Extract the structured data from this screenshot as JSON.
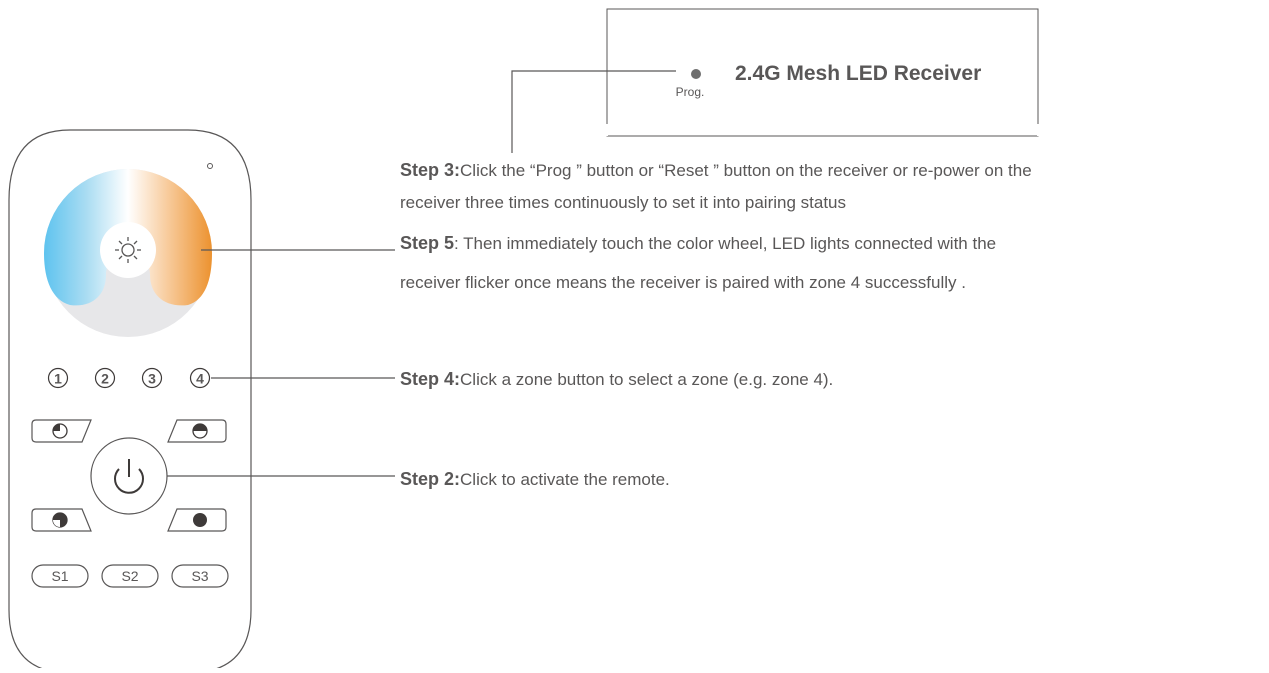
{
  "receiver": {
    "title": "2.4G Mesh LED Receiver",
    "prog_label": "Prog."
  },
  "remote": {
    "zones": [
      "1",
      "2",
      "3",
      "4"
    ],
    "scene_buttons": [
      "S1",
      "S2",
      "S3"
    ]
  },
  "steps": {
    "step3": {
      "label": "Step 3:",
      "line1": "Click the “Prog ” button or “Reset  ” button on the receiver or re-power on the",
      "line2": "receiver three times continuously to set it into pairing status"
    },
    "step5": {
      "label": "Step 5",
      "line1": ": Then immediately touch   the  color  wheel, LED lights connected with the",
      "line2": "receiver flicker once means the receiver is paired with zone 4 successfully      ."
    },
    "step4": {
      "label": "Step 4:",
      "text": "Click a zone button to select a zone    (e.g.  zone  4)."
    },
    "step2": {
      "label": "Step 2:",
      "text": "Click to activate the remote."
    }
  },
  "colors": {
    "line": "#595757",
    "cool_white": "#6cc4ec",
    "warm_white": "#ee9a3c"
  }
}
